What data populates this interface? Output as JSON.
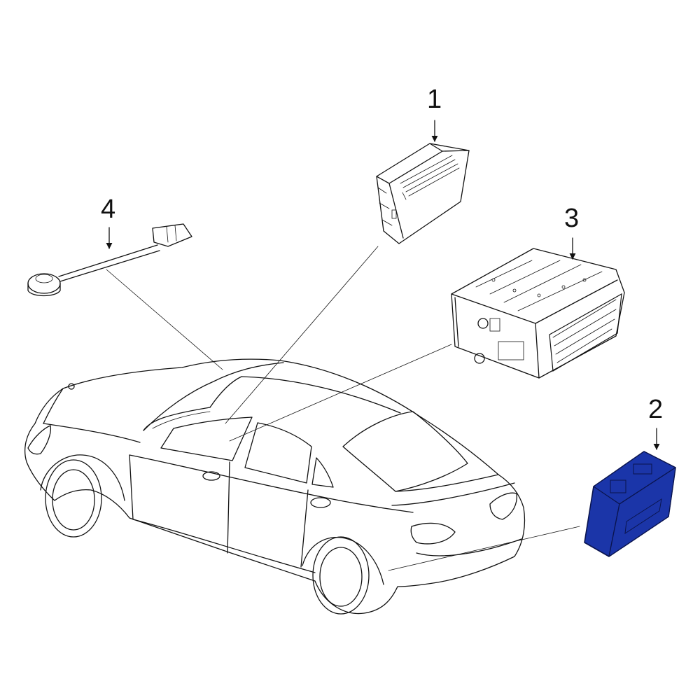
{
  "callouts": [
    {
      "id": "1",
      "label": "1"
    },
    {
      "id": "2",
      "label": "2"
    },
    {
      "id": "3",
      "label": "3"
    },
    {
      "id": "4",
      "label": "4"
    }
  ],
  "colors": {
    "highlight_fill": "#1b35a8",
    "highlight_stroke": "#0a144d",
    "line": "#111111",
    "background": "#ffffff"
  },
  "icons": {
    "vehicle": "sedan-outline",
    "part_1": "control-module",
    "part_2": "control-module-highlighted",
    "part_3": "radio-receiver-unit",
    "part_4": "antenna-cable"
  }
}
